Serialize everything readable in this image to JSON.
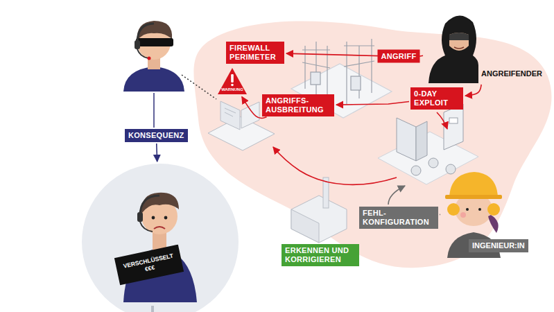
{
  "diagram": {
    "nodes": [
      {
        "text": [
          "FIREWALL PERIMETER"
        ]
      },
      {
        "text": [
          "WARNUNG"
        ]
      },
      {
        "text": [
          "ANGRIFFS- AUSBREITUNG"
        ]
      },
      {
        "text": [
          "ANGREIFENDER"
        ]
      },
      {
        "text": [
          "0-DAY EXPLOIT"
        ]
      },
      {
        "text": [
          "KONSEQUENZ"
        ]
      },
      {
        "text": [
          "VERSCHLÜSSELT €€€"
        ]
      },
      {
        "text": [
          "FEHL- KONFIGURATION"
        ]
      },
      {
        "text": [
          "INGENIEUR:IN"
        ]
      },
      {
        "text": [
          "ERKENNEN UND KORRIGIEREN"
        ]
      }
    ],
    "edges": [
      {
        "from": 3,
        "to": 0,
        "arrow": "to",
        "label": "ANGRIFF"
      },
      {
        "from": 3,
        "to": 4,
        "arrow": "to"
      },
      {
        "from": 4,
        "to": 2,
        "arrow": "to"
      },
      {
        "from": 2,
        "to": 1,
        "arrow": "to"
      },
      {
        "from": 5,
        "to": 6,
        "arrow": "to"
      },
      {
        "from": 8,
        "to": 7,
        "arrow": "none"
      }
    ]
  }
}
